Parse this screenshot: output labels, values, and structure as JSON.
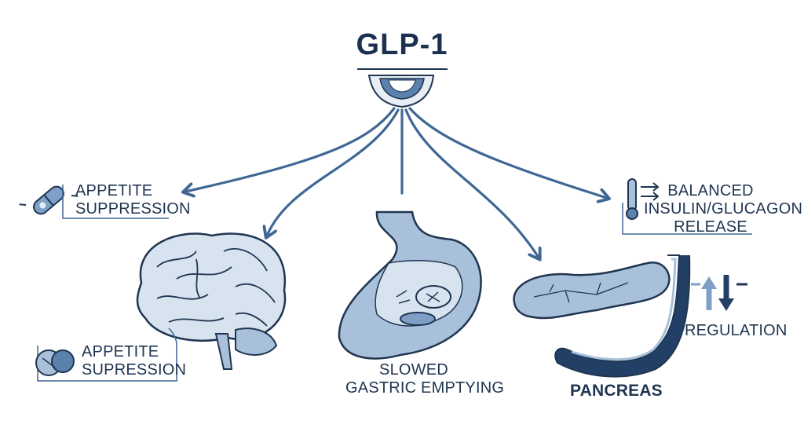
{
  "title": "GLP-1",
  "labels": {
    "appetite_top": [
      "APPETITE",
      "SUPPRESSION"
    ],
    "appetite_bottom": [
      "APPETITE",
      "SUPRESSION"
    ],
    "gastric": [
      "SLOWED",
      "GASTRIC EMPTYING"
    ],
    "insulin": [
      "BALANCED",
      "INSULIN/GLUCAGON",
      "RELEASE"
    ],
    "regulation": "REGULATION",
    "pancreas": "PANCREAS"
  },
  "colors": {
    "arrow": "#3f6795",
    "outline": "#1f3550",
    "organ_fill": "#a9c0da",
    "organ_light": "#d7e3ef",
    "accent_dark": "#223f66"
  },
  "icons": [
    "receptor-icon",
    "brain-icon",
    "stomach-icon",
    "pancreas-icon",
    "capsule-icon",
    "pill-icon",
    "thermometer-icon",
    "updown-arrows-icon"
  ]
}
